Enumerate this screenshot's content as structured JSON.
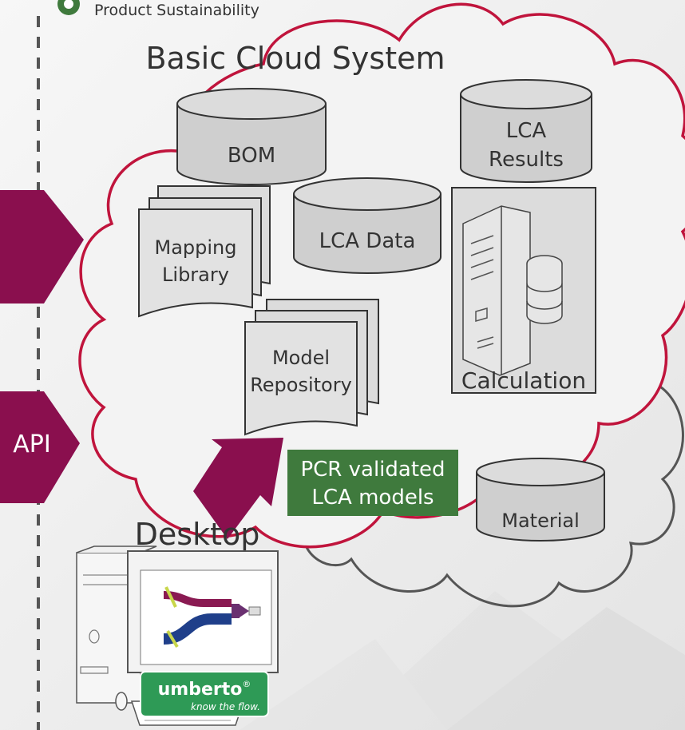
{
  "header": {
    "badge_label": "Product Sustainability"
  },
  "cloud": {
    "title": "Basic Cloud System"
  },
  "stores": {
    "bom": "BOM",
    "lca_results_line1": "LCA",
    "lca_results_line2": "Results",
    "lca_data": "LCA Data",
    "material": "Material"
  },
  "documents": {
    "mapping_line1": "Mapping",
    "mapping_line2": "Library",
    "model_line1": "Model",
    "model_line2": "Repository"
  },
  "calculation": {
    "label": "Calculation"
  },
  "pcr": {
    "line1": "PCR validated",
    "line2": "LCA models"
  },
  "api": {
    "label": "API"
  },
  "desktop": {
    "title": "Desktop",
    "brand": "umberto",
    "brand_suffix": "®",
    "tagline": "know the flow."
  },
  "colors": {
    "accent": "#8a0f4e",
    "cloud_outline": "#c0143c",
    "secondary_cloud": "#555555",
    "pcr_box": "#3f7a3d",
    "umberto_box": "#2e9a56"
  }
}
